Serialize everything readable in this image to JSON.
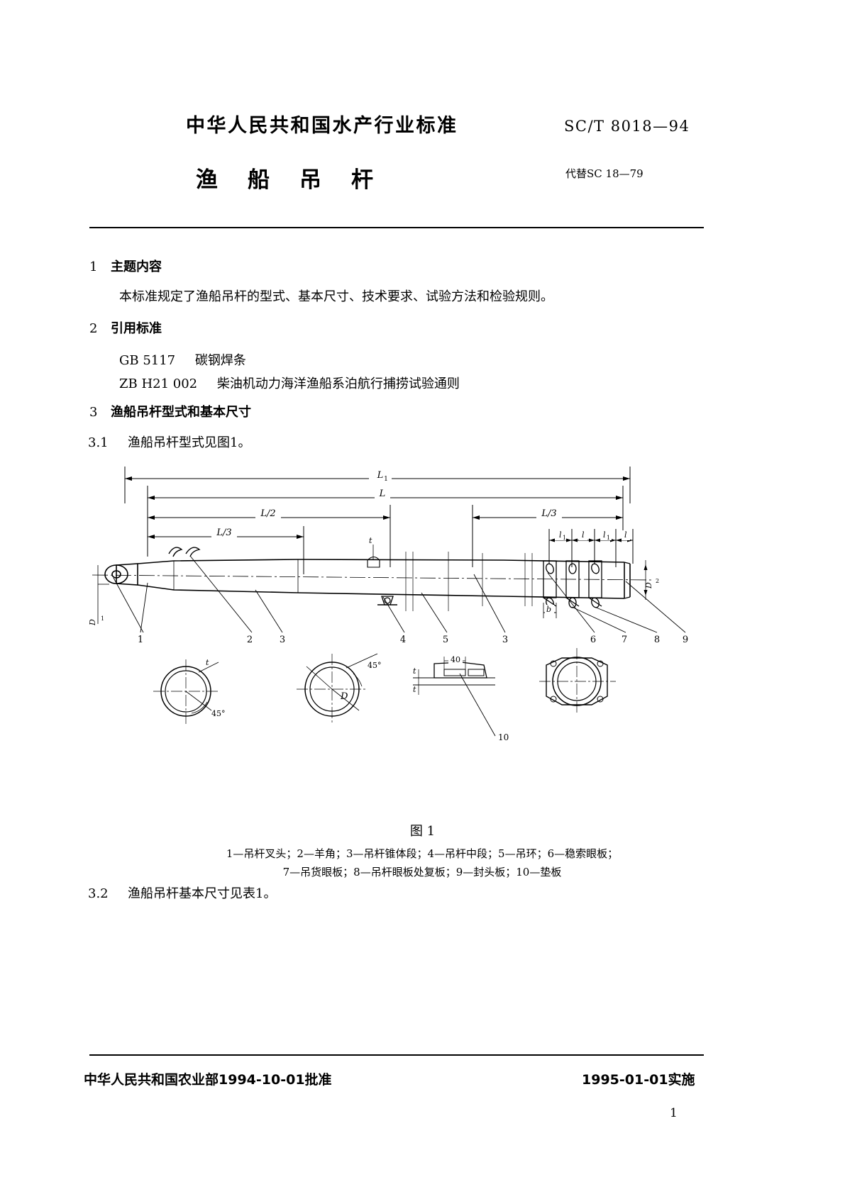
{
  "header": {
    "standard_title": "中华人民共和国水产行业标准",
    "standard_code": "SC/T 8018—94",
    "document_title": "渔船吊杆",
    "replaces": "代替SC 18—79"
  },
  "sections": [
    {
      "number": "1",
      "title": "主题内容"
    },
    {
      "number": "2",
      "title": "引用标准"
    },
    {
      "number": "3",
      "title": "渔船吊杆型式和基本尺寸"
    }
  ],
  "body": {
    "scope_paragraph": "本标准规定了渔船吊杆的型式、基本尺寸、技术要求、试验方法和检验规则。",
    "references": [
      {
        "code": "GB 5117",
        "name": "碳钢焊条"
      },
      {
        "code": "ZB H21 002",
        "name": "柴油机动力海洋渔船系泊航行捕捞试验通则"
      }
    ],
    "subsections": [
      {
        "number": "3.1",
        "text": "渔船吊杆型式见图1。"
      },
      {
        "number": "3.2",
        "text": "渔船吊杆基本尺寸见表1。"
      }
    ]
  },
  "figure": {
    "caption": "图 1",
    "legend_line1": "1—吊杆叉头；2—羊角；3—吊杆锥体段；4—吊杆中段；5—吊环；6—稳索眼板；",
    "legend_line2": "7—吊货眼板；8—吊杆眼板处复板；9—封头板；10—垫板",
    "dimension_labels": {
      "total_length": "L₁",
      "length": "L",
      "half_length": "L/2",
      "third_left": "L/3",
      "third_right": "L/3",
      "spacing_l1_a": "l₁",
      "spacing_l_a": "l",
      "spacing_l1_b": "l₁",
      "spacing_l_b": "l",
      "diameter_small": "D₁",
      "diameter_right": "D₂",
      "diameter_section": "D",
      "thickness_t_top": "t",
      "thickness_t_detail": "t",
      "width_b": "b",
      "angle_a": "45°",
      "angle_b": "45°",
      "pad_width": "40",
      "pad_callout": "10"
    },
    "part_numbers": [
      "1",
      "2",
      "3",
      "4",
      "5",
      "3",
      "6",
      "7",
      "8",
      "9"
    ]
  },
  "footer": {
    "approval": "中华人民共和国农业部1994-10-01批准",
    "implementation": "1995-01-01实施",
    "page_number": "1"
  }
}
